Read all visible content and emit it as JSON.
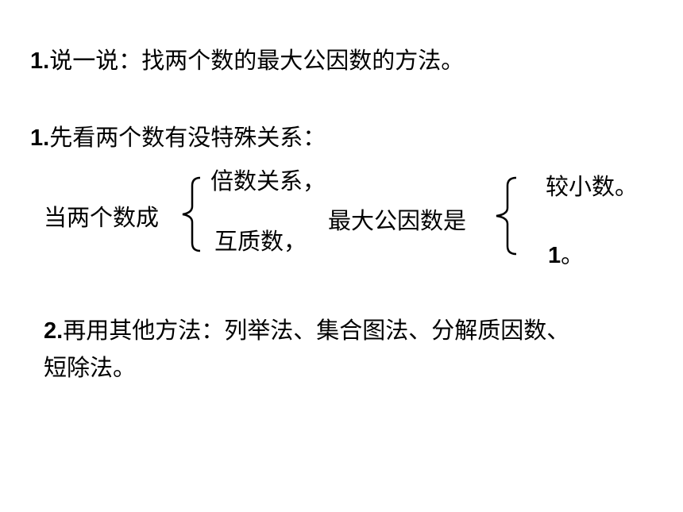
{
  "heading": {
    "number": "1.",
    "text": "说一说：找两个数的最大公因数的方法。"
  },
  "point1": {
    "number": "1.",
    "text": "先看两个数有没特殊关系："
  },
  "relation": {
    "condition_prefix": "当两个数成",
    "case_multiple": "倍数关系，",
    "case_coprime": "互质数，",
    "gcd_label": "最大公因数是",
    "result_multiple": "较小数。",
    "result_coprime_number": "1",
    "result_coprime_suffix": "。"
  },
  "point2": {
    "number": "2.",
    "text_line1": "再用其他方法：列举法、集合图法、分解质因数、",
    "text_line2": "短除法。"
  },
  "colors": {
    "brace": "#000000",
    "text": "#000000"
  }
}
